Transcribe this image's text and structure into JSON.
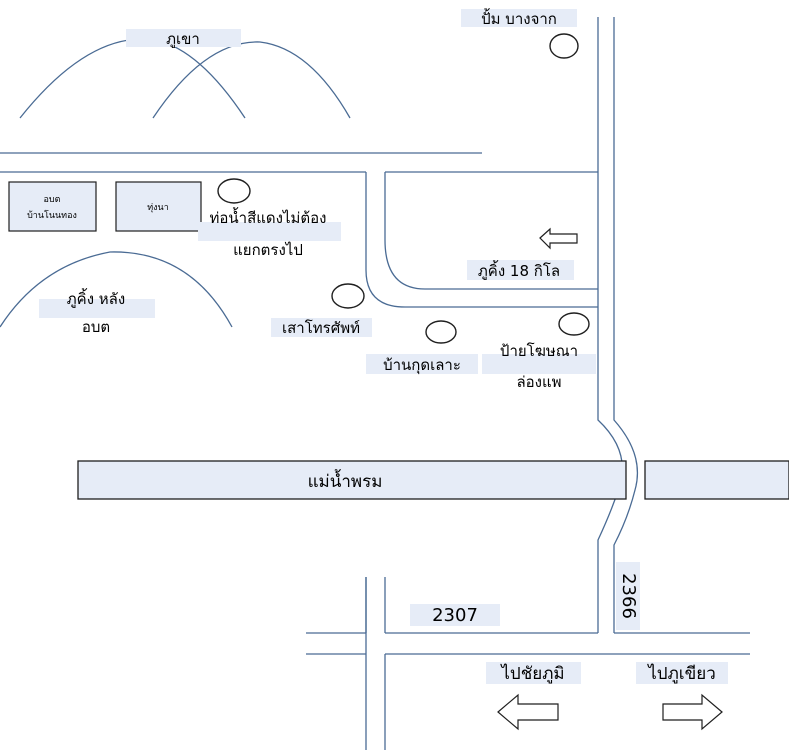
{
  "labels": {
    "hill_top": "ภูเขา",
    "pump": "ปั้ม บางจาก",
    "obt_box_line1": "อบต",
    "obt_box_line2": "บ้านโนนทอง",
    "rice_box": "ทุ่งนา",
    "red_pipe_line1": "ท่อน้ำสีแดงไม่ต้อง",
    "red_pipe_line2": "แยกตรงไป",
    "phukhing_km": "ภูคิ้ง 18 กิโล",
    "phukhing_behind_line1": "ภูคิ้ง หลัง",
    "phukhing_behind_line2": "อบต",
    "phone_pole": "เสาโทรศัพท์",
    "ban_kut_lao": "บ้านกุดเลาะ",
    "billboard_line1": "ป้ายโฆษณา",
    "billboard_line2": "ล่องแพ",
    "river": "แม่น้ำพรม",
    "road_2307": "2307",
    "road_2366": "2366",
    "to_chaiyaphum": "ไปชัยภูมิ",
    "to_phukhieo": "ไปภูเขียว"
  },
  "colors": {
    "road": "#4a6b94",
    "label_bg": "#e6ecf7",
    "outline": "#1f1f1f"
  },
  "icons": [
    "left-arrow",
    "right-arrow",
    "landmark-oval"
  ]
}
